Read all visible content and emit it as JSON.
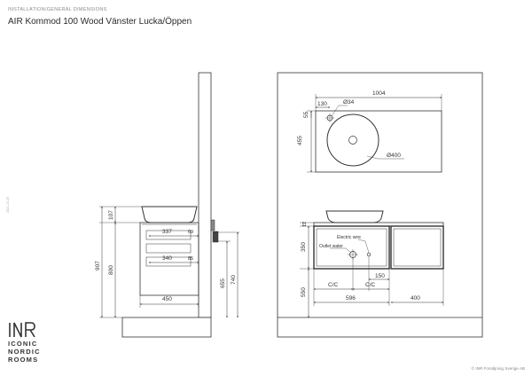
{
  "header": {
    "subtitle": "INSTALLATION/GENERAL DIMENSIONS",
    "title": "AIR Kommod 100 Wood Vänster Lucka/Öppen"
  },
  "side_code": "2021-10-28",
  "side_view": {
    "dims": {
      "total_height": "907",
      "height_800": "800",
      "basin_height": "107",
      "depth_337": "337",
      "depth_340": "340",
      "depth_450": "450",
      "offset_69": "69",
      "offset_85": "85",
      "height_655": "655",
      "height_740": "740"
    }
  },
  "top_view": {
    "dims": {
      "width": "1004",
      "tap_offset": "130",
      "tap_hole": "Ø34",
      "edge_55": "55",
      "depth_455": "455",
      "basin_diameter": "Ø400"
    }
  },
  "front_view": {
    "labels": {
      "electric": "Electric wire",
      "outlet": "Outlet water"
    },
    "dims": {
      "h12": "12",
      "h350": "350",
      "h550": "550",
      "w150": "150",
      "cc1": "C/C",
      "cc2": "C/C",
      "w596": "596",
      "w400": "400"
    }
  },
  "brand": {
    "logo_text": "INR",
    "line1": "ICONIC",
    "line2": "NORDIC",
    "line3": "ROOMS"
  },
  "copyright": "© INR Forsäljning Sverige AB"
}
